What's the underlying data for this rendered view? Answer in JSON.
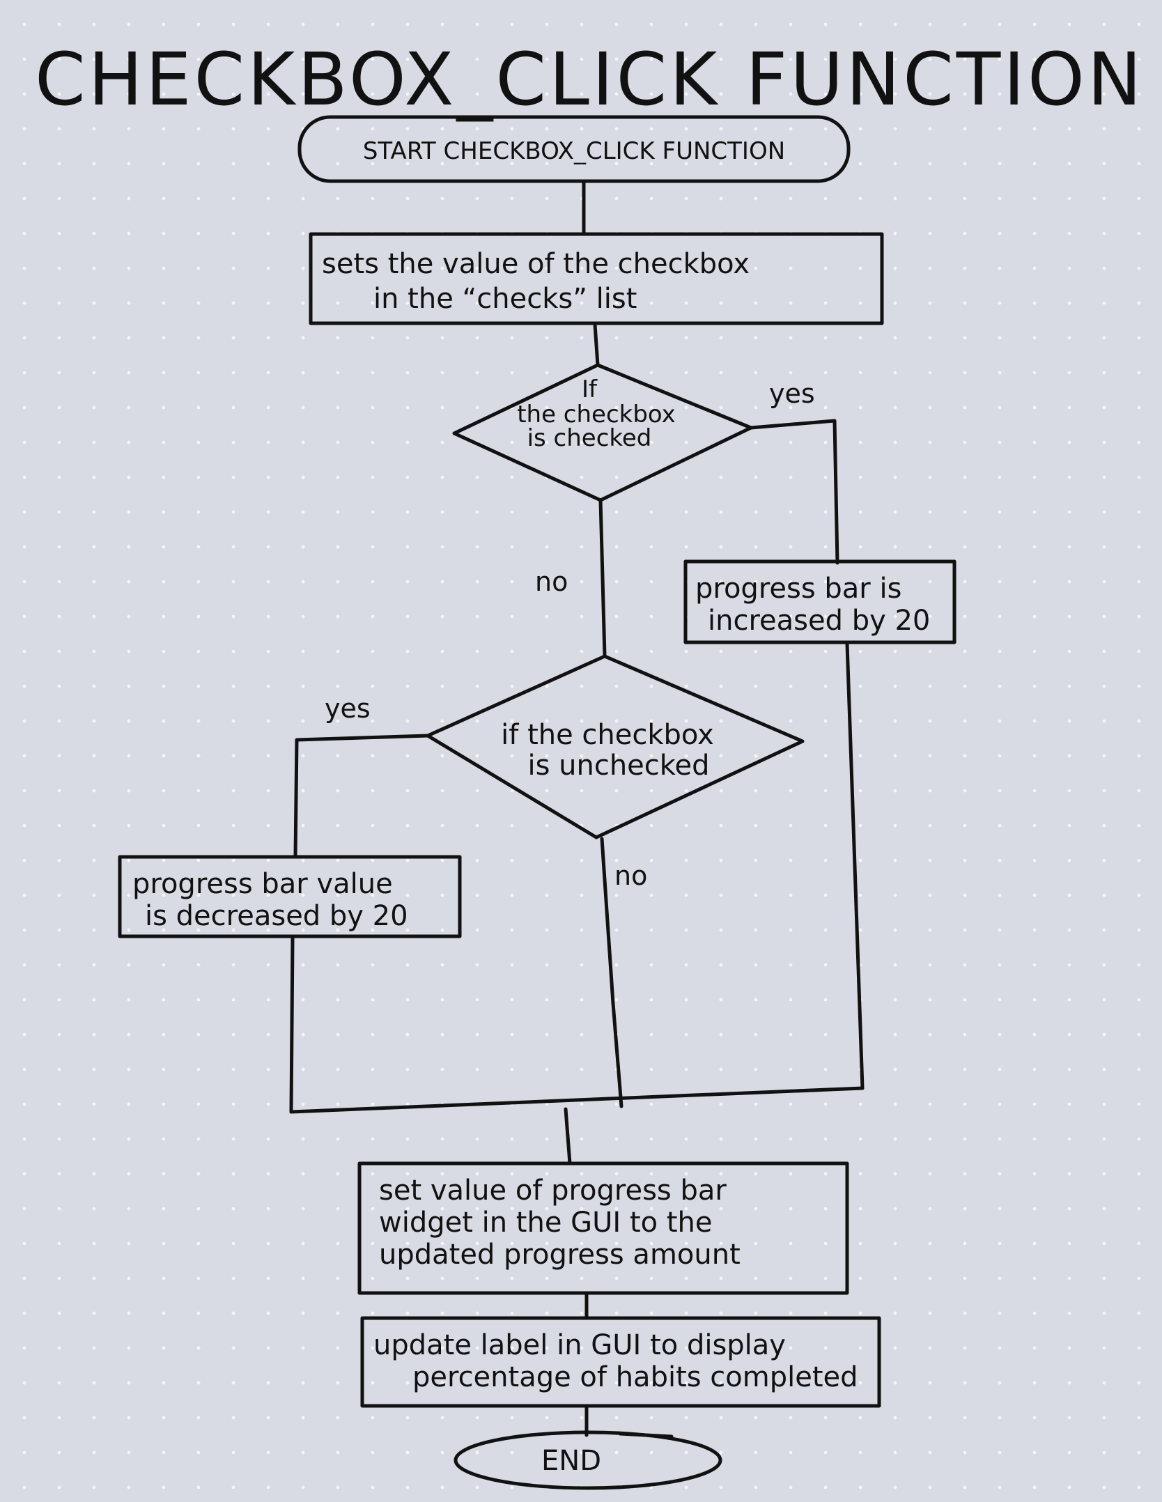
{
  "title": "CHECKBOX_CLICK FUNCTION",
  "nodes": {
    "start": {
      "lines": [
        "START  CHECKBOX_CLICK  FUNCTION"
      ]
    },
    "set_checks": {
      "lines": [
        "sets  the  value  of  the  checkbox",
        "in  the  “checks”  list"
      ]
    },
    "if_checked": {
      "lines": [
        "If",
        "the checkbox",
        "is checked"
      ]
    },
    "increase": {
      "lines": [
        "progress  bar  is",
        "increased  by  20"
      ]
    },
    "if_unchecked": {
      "lines": [
        "if  the  checkbox",
        "is  unchecked"
      ]
    },
    "decrease": {
      "lines": [
        "progress  bar  value",
        "is  decreased  by  20"
      ]
    },
    "set_bar": {
      "lines": [
        "set  value  of  progress  bar",
        "widget  in  the  GUI  to  the",
        "updated  progress amount"
      ]
    },
    "update_label": {
      "lines": [
        "update  label  in  GUI  to  display",
        "percentage  of  habits  completed"
      ]
    },
    "end": {
      "lines": [
        "END"
      ]
    }
  },
  "edge_labels": {
    "checked_yes": "yes",
    "checked_no": "no",
    "unchecked_yes": "yes",
    "unchecked_no": "no"
  }
}
